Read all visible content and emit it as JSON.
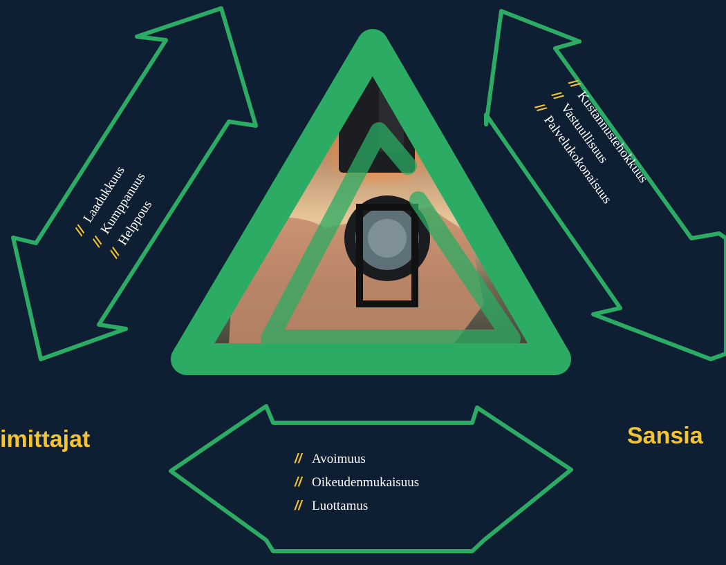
{
  "colors": {
    "background": "#0f1f33",
    "arrow_stroke": "#2bab63",
    "accent": "#f4c430",
    "text": "#ffffff"
  },
  "slash_mark": "//",
  "left_arrow": {
    "items": [
      "Laadukkuus",
      "Kumppanuus",
      "Helppous"
    ]
  },
  "right_arrow": {
    "items": [
      "Kustannustehokkuus",
      "Vastuullisuus",
      "Palvelukokonaisuus"
    ]
  },
  "bottom_arrow": {
    "items": [
      "Avoimuus",
      "Oikeudenmukaisuus",
      "Luottamus"
    ]
  },
  "left_label": "imittajat",
  "right_label": "Sansia",
  "center_image": {
    "icon": "compass-photo"
  }
}
